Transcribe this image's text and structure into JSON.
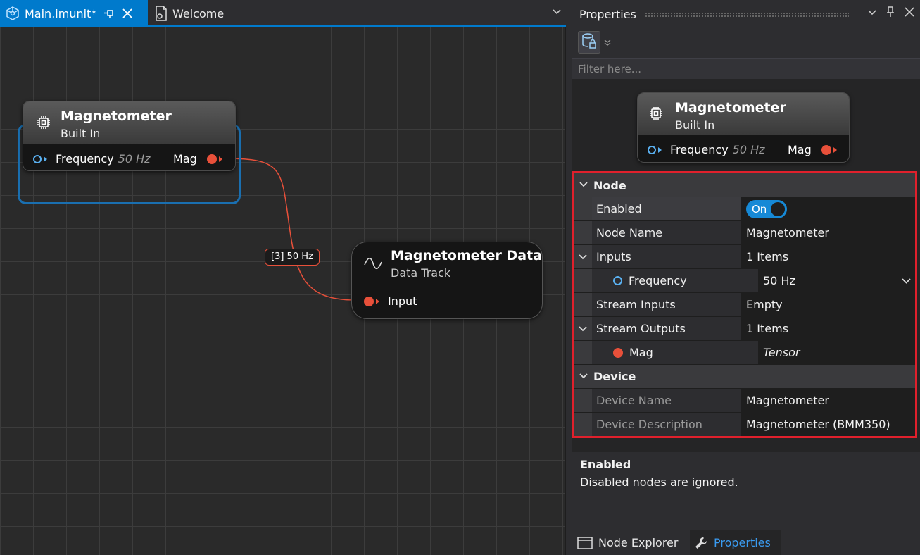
{
  "tabs": [
    {
      "label": "Main.imunit*",
      "active": true
    },
    {
      "label": "Welcome",
      "active": false
    }
  ],
  "graph": {
    "source_node": {
      "title": "Magnetometer",
      "subtitle": "Built In",
      "input_label": "Frequency",
      "input_value": "50 Hz",
      "output_label": "Mag"
    },
    "link_label": "[3] 50 Hz",
    "target_node": {
      "title": "Magnetometer Data",
      "subtitle": "Data Track",
      "input_label": "Input"
    }
  },
  "panel": {
    "title": "Properties",
    "filter_placeholder": "Filter here...",
    "preview": {
      "title": "Magnetometer",
      "subtitle": "Built In",
      "input_label": "Frequency",
      "input_value": "50 Hz",
      "output_label": "Mag"
    },
    "categories": {
      "node": {
        "label": "Node",
        "enabled_label": "Enabled",
        "enabled_value": "On",
        "node_name_label": "Node Name",
        "node_name_value": "Magnetometer",
        "inputs_label": "Inputs",
        "inputs_value": "1 Items",
        "frequency_label": "Frequency",
        "frequency_value": "50 Hz",
        "stream_inputs_label": "Stream Inputs",
        "stream_inputs_value": "Empty",
        "stream_outputs_label": "Stream Outputs",
        "stream_outputs_value": "1 Items",
        "mag_label": "Mag",
        "mag_value": "Tensor"
      },
      "device": {
        "label": "Device",
        "device_name_label": "Device Name",
        "device_name_value": "Magnetometer",
        "device_desc_label": "Device Description",
        "device_desc_value": "Magnetometer (BMM350)"
      }
    },
    "description": {
      "title": "Enabled",
      "text": "Disabled nodes are ignored."
    },
    "bottom_tabs": [
      {
        "label": "Node Explorer",
        "active": false
      },
      {
        "label": "Properties",
        "active": true
      }
    ]
  },
  "colors": {
    "accent": "#007acc",
    "pin_output": "#e8503a",
    "pin_input": "#5ab0f0",
    "highlight_border": "#e0202c"
  }
}
